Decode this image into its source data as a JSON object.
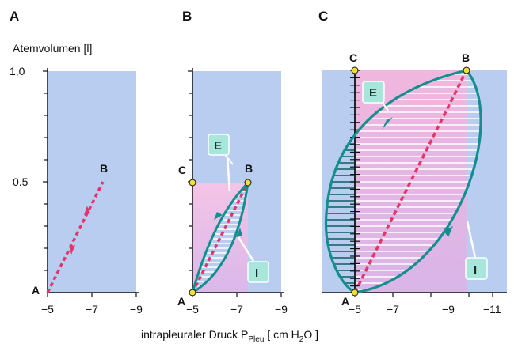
{
  "panels": [
    {
      "letter": "A",
      "x_ticks": [
        "−5",
        "−7",
        "−9"
      ],
      "points": {
        "a": "A",
        "b": "B"
      }
    },
    {
      "letter": "B",
      "x_ticks": [
        "−5",
        "−7",
        "−9"
      ],
      "points": {
        "a": "A",
        "b": "B",
        "c": "C"
      },
      "labels": {
        "e": "E",
        "i": "I"
      }
    },
    {
      "letter": "C",
      "x_ticks": [
        "−5",
        "−7",
        "−9",
        "−11"
      ],
      "points": {
        "a": "A",
        "b": "B",
        "c": "C"
      },
      "labels": {
        "e": "E",
        "i": "I"
      }
    }
  ],
  "y_axis": {
    "title": "Atemvolumen [l]",
    "ticks": [
      "1,0",
      "0.5"
    ]
  },
  "x_axis": {
    "title_main": "intrapleuraler Druck P",
    "title_sub": "Pleu",
    "title_unit_start": " [ cm H",
    "title_unit_sub": "2",
    "title_unit_end": "O ]"
  },
  "colors": {
    "bg": "#b8cdef",
    "pink": "#f1b7de",
    "loop": "#138e8e",
    "dash": "#e23669",
    "label_box": "#a8e6dc",
    "point": "#f2de3a"
  }
}
